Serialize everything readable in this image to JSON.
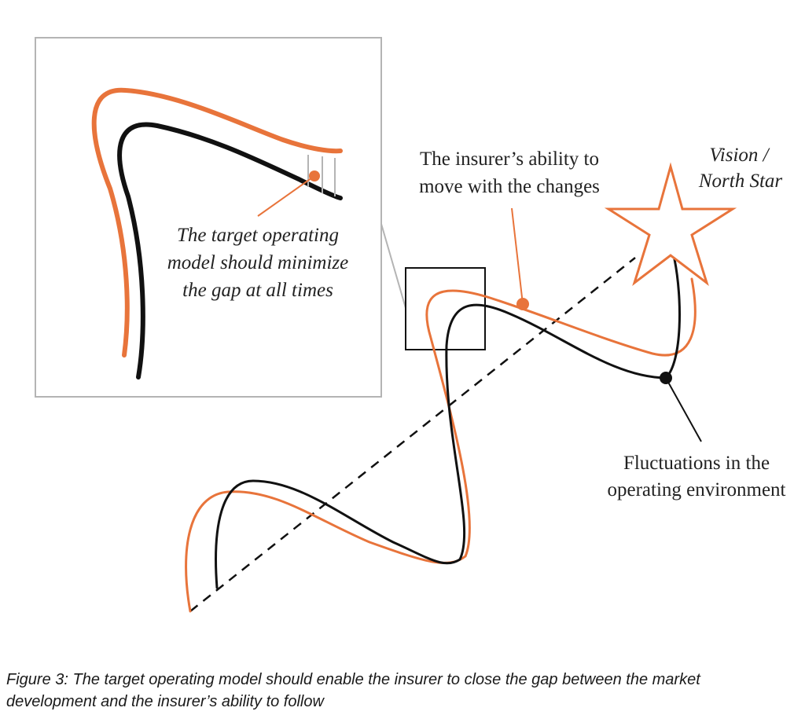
{
  "labels": {
    "ability_line1": "The insurer’s ability to",
    "ability_line2": "move with the changes",
    "vision_line1": "Vision /",
    "vision_line2": "North Star",
    "fluctuations_line1": "Fluctuations in the",
    "fluctuations_line2": "operating environment",
    "inset_line1": "The target operating",
    "inset_line2": "model should minimize",
    "inset_line3": "the gap at all times"
  },
  "caption": {
    "line1": "Figure 3: The target operating model should enable the insurer to close the gap between the market",
    "line2": "development and the insurer’s ability to follow"
  },
  "colors": {
    "orange": "#E8743B",
    "black": "#111111",
    "frame_gray": "#B4B4B4",
    "text": "#222222"
  }
}
